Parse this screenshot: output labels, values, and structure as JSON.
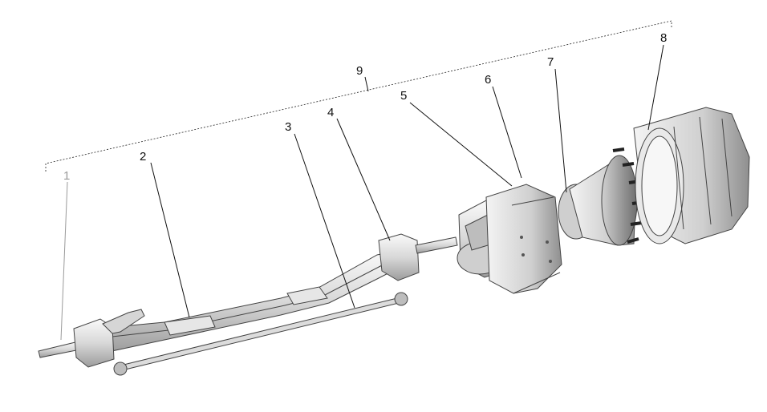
{
  "diagram": {
    "labels": [
      {
        "id": "1",
        "text": "1"
      },
      {
        "id": "2",
        "text": "2"
      },
      {
        "id": "3",
        "text": "3"
      },
      {
        "id": "4",
        "text": "4"
      },
      {
        "id": "5",
        "text": "5"
      },
      {
        "id": "6",
        "text": "6"
      },
      {
        "id": "7",
        "text": "7"
      },
      {
        "id": "8",
        "text": "8"
      },
      {
        "id": "9",
        "text": "9"
      }
    ]
  }
}
